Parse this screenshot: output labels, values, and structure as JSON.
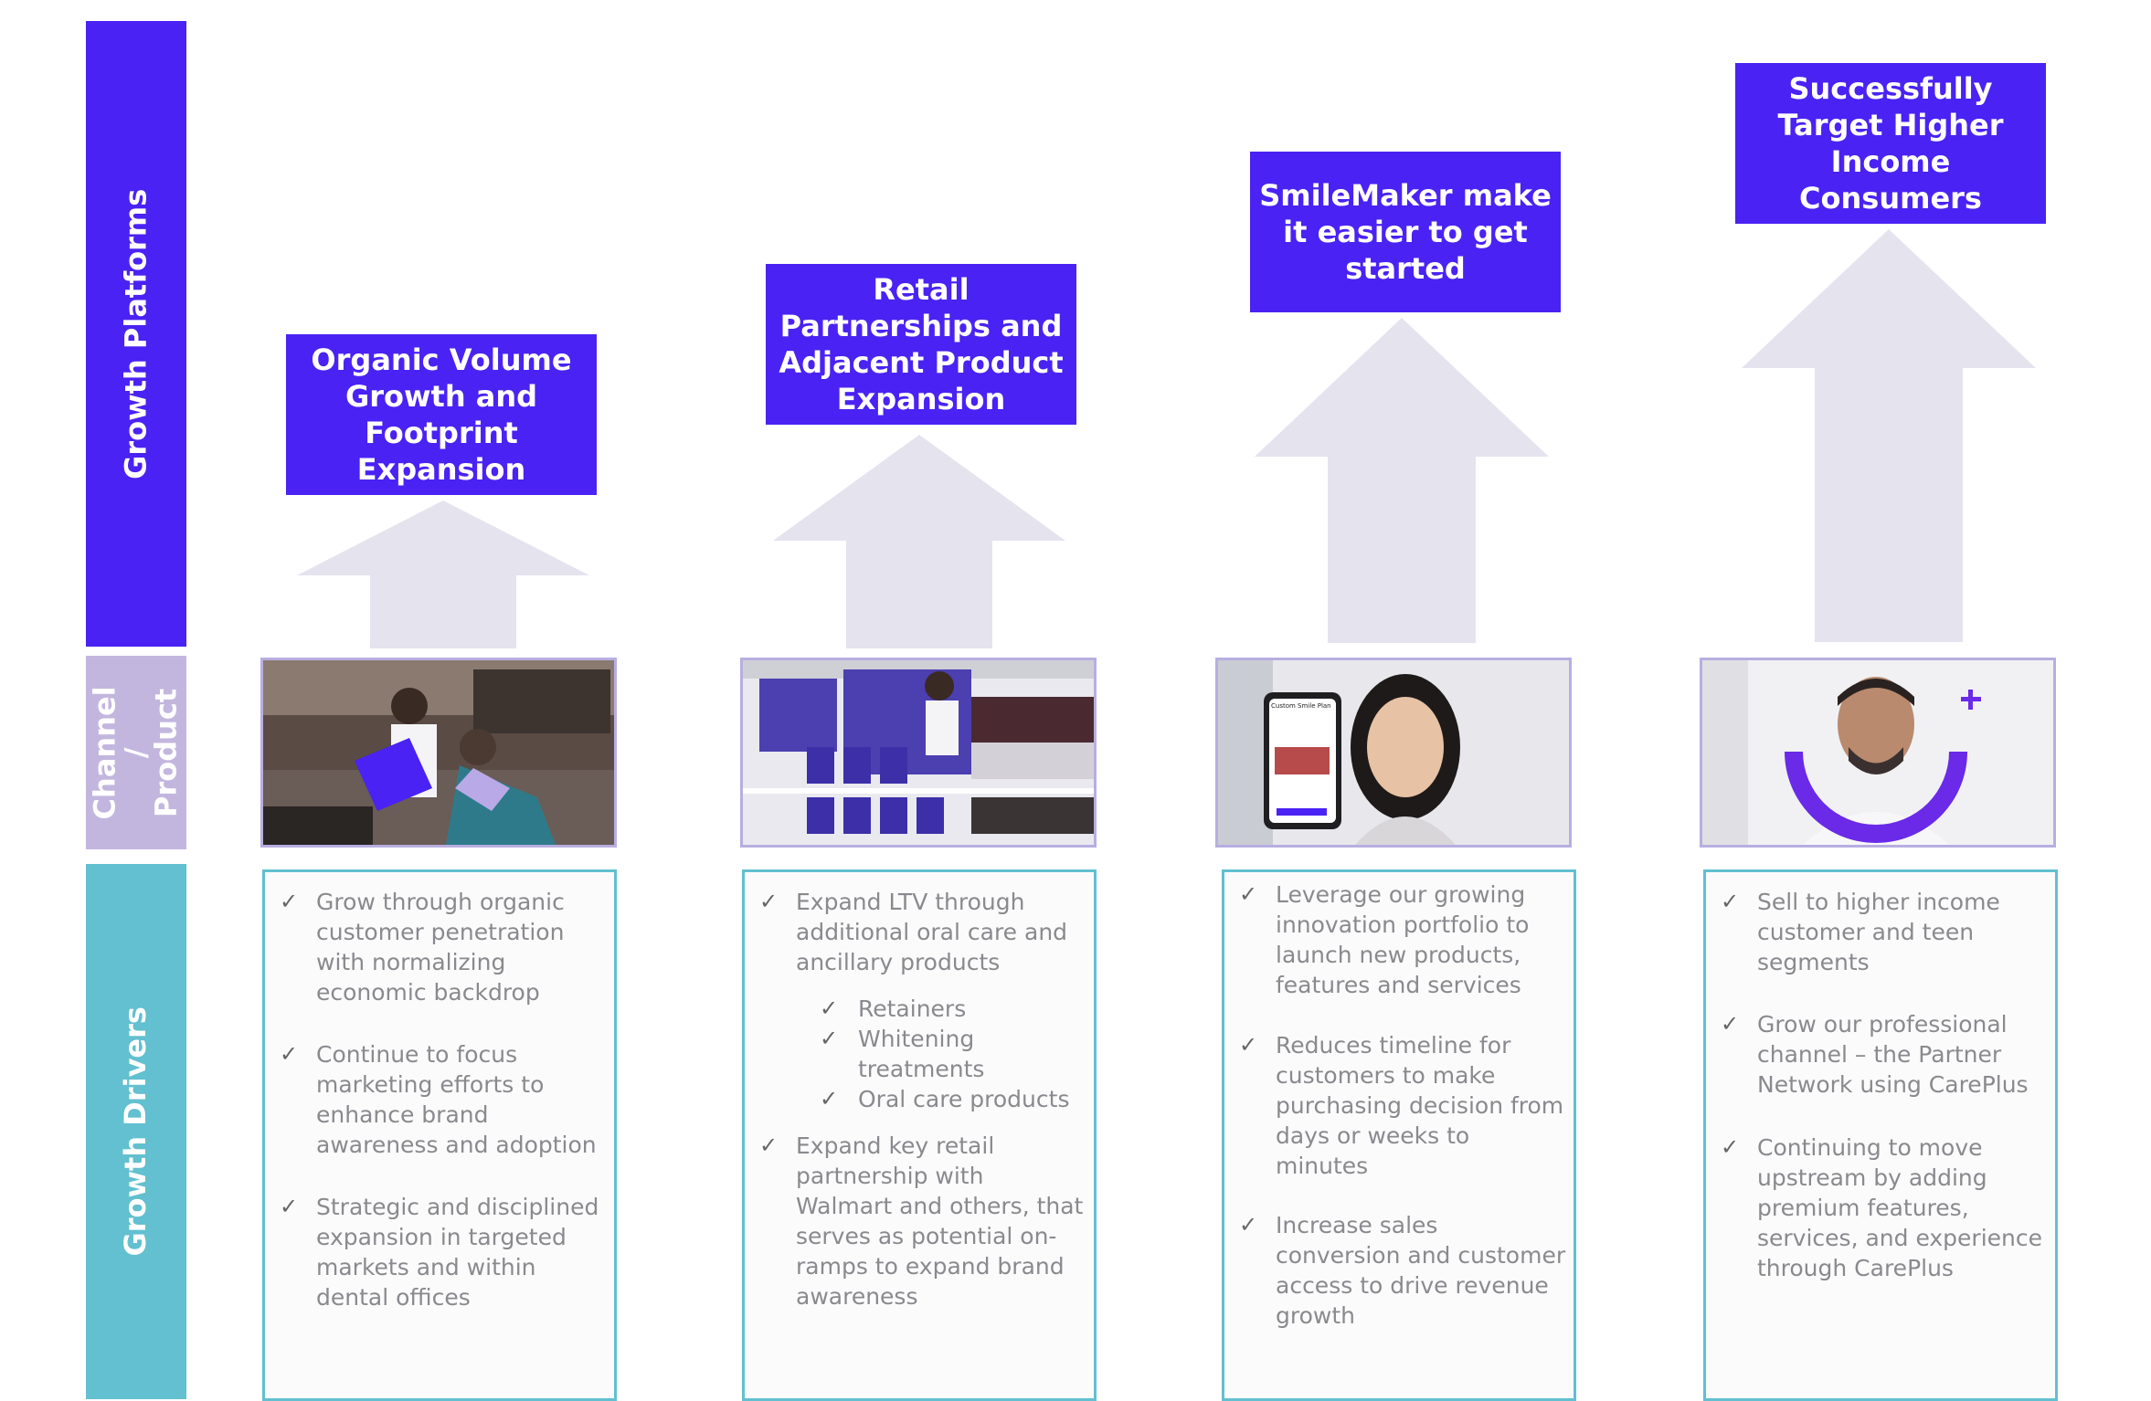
{
  "bands": {
    "platforms": "Growth Platforms",
    "channel": "Channel / Product",
    "drivers": "Growth Drivers"
  },
  "colors": {
    "platform_purple": "#4a22f3",
    "arrow_lavender": "#e5e3ee",
    "channel_lavender": "#c3b6de",
    "drivers_teal": "#62c0d0"
  },
  "columns": [
    {
      "title": "Organic Volume Growth and Footprint Expansion",
      "photo_icon": "dental-patient-photo",
      "drivers": [
        {
          "text": "Grow through organic customer penetration with normalizing economic backdrop"
        },
        {
          "text": "Continue to focus marketing efforts to enhance brand awareness and adoption"
        },
        {
          "text": "Strategic and disciplined expansion in targeted markets and within dental offices"
        }
      ]
    },
    {
      "title": "Retail Partnerships and Adjacent Product Expansion",
      "photo_icon": "retail-shelf-photo",
      "drivers": [
        {
          "text": "Expand LTV through additional oral care and ancillary products"
        },
        {
          "text": "Retainers",
          "sub": true
        },
        {
          "text": "Whitening treatments",
          "sub": true
        },
        {
          "text": "Oral care products",
          "sub": true
        },
        {
          "text": "Expand key retail partnership with Walmart and others, that serves as potential on-ramps to expand brand awareness"
        }
      ]
    },
    {
      "title": "SmileMaker make it easier to get started",
      "photo_icon": "smilemaker-app-photo",
      "phone_label": "Custom Smile Plan",
      "drivers": [
        {
          "text": "Leverage our growing innovation portfolio to launch new products, features and services"
        },
        {
          "text": "Reduces timeline for customers to make purchasing decision from days or weeks to minutes"
        },
        {
          "text": "Increase sales conversion and customer access to drive revenue growth"
        }
      ]
    },
    {
      "title": "Successfully Target Higher Income Consumers",
      "photo_icon": "careplus-dentist-photo",
      "drivers": [
        {
          "text": "Sell to higher income customer and teen segments"
        },
        {
          "text": "Grow our professional channel – the Partner Network using CarePlus"
        },
        {
          "text": "Continuing to move upstream by adding premium features, services, and experience through CarePlus"
        }
      ]
    }
  ]
}
